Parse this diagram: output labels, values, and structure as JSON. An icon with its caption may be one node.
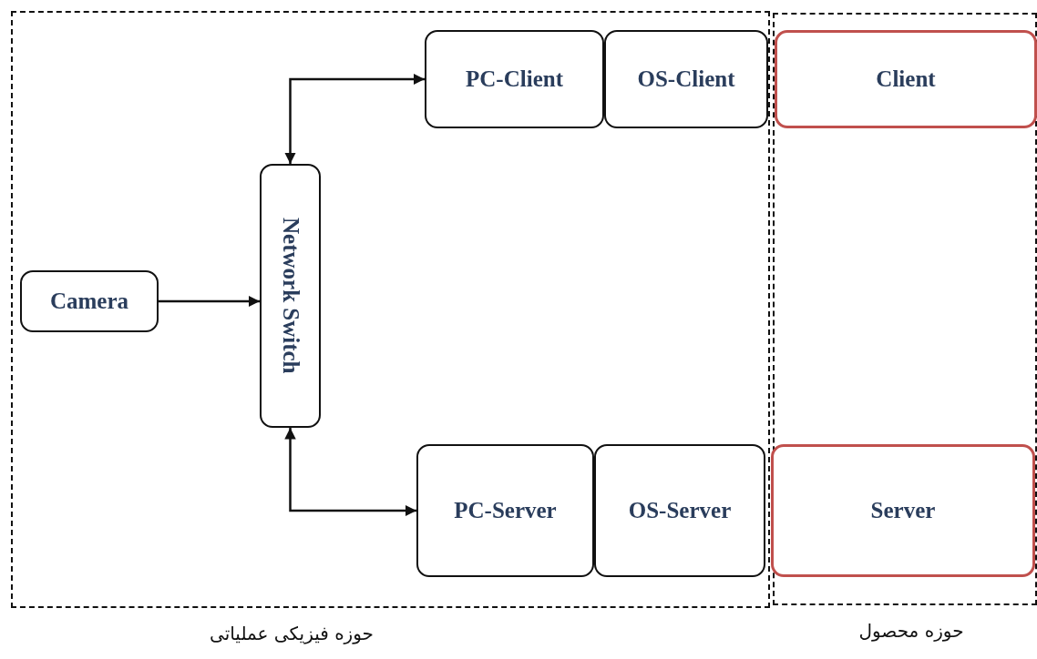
{
  "diagram": {
    "nodes": [
      {
        "text": [
          "حوزه فیزیکی عملیاتی"
        ]
      },
      {
        "text": [
          "حوزه محصول"
        ]
      },
      {
        "text": [
          "Camera"
        ],
        "in": 0
      },
      {
        "text": [
          "Network Switch"
        ],
        "in": 0
      },
      {
        "text": [
          "PC-Client"
        ],
        "in": 0
      },
      {
        "text": [
          "OS-Client"
        ],
        "in": 0
      },
      {
        "text": [
          "Client"
        ],
        "in": 1
      },
      {
        "text": [
          "PC-Server"
        ],
        "in": 0
      },
      {
        "text": [
          "OS-Server"
        ],
        "in": 0
      },
      {
        "text": [
          "Server"
        ],
        "in": 1
      }
    ],
    "edges": [
      {
        "from": 2,
        "to": 3,
        "arrow": "to"
      },
      {
        "from": 3,
        "to": 4,
        "arrow": "both"
      },
      {
        "from": 3,
        "to": 7,
        "arrow": "both"
      }
    ]
  }
}
